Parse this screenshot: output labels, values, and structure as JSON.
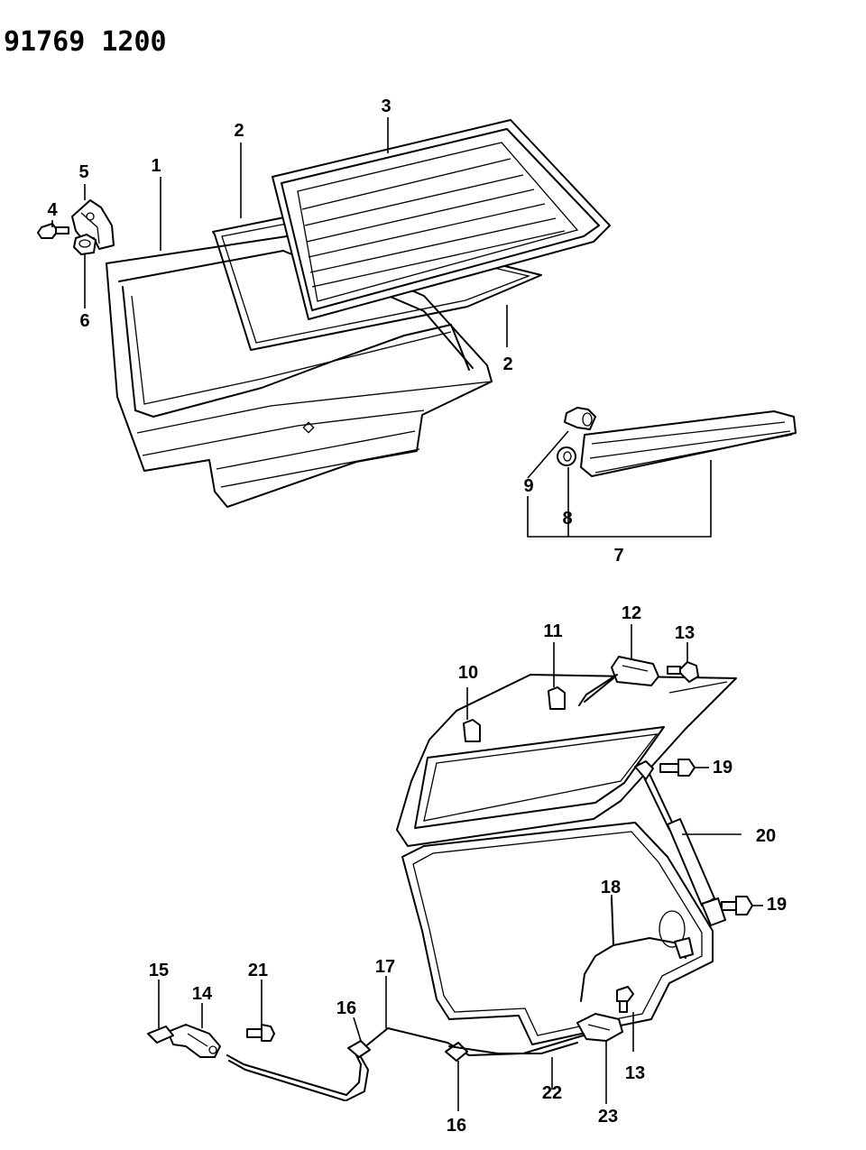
{
  "drawing_number": "91769 1200",
  "callouts": {
    "c1": "1",
    "c2a": "2",
    "c2b": "2",
    "c3": "3",
    "c4": "4",
    "c5": "5",
    "c6": "6",
    "c7": "7",
    "c8": "8",
    "c9": "9",
    "c10": "10",
    "c11": "11",
    "c12": "12",
    "c13a": "13",
    "c13b": "13",
    "c14": "14",
    "c15": "15",
    "c16a": "16",
    "c16b": "16",
    "c17": "17",
    "c18": "18",
    "c19a": "19",
    "c19b": "19",
    "c20": "20",
    "c21": "21",
    "c22": "22",
    "c23": "23"
  }
}
